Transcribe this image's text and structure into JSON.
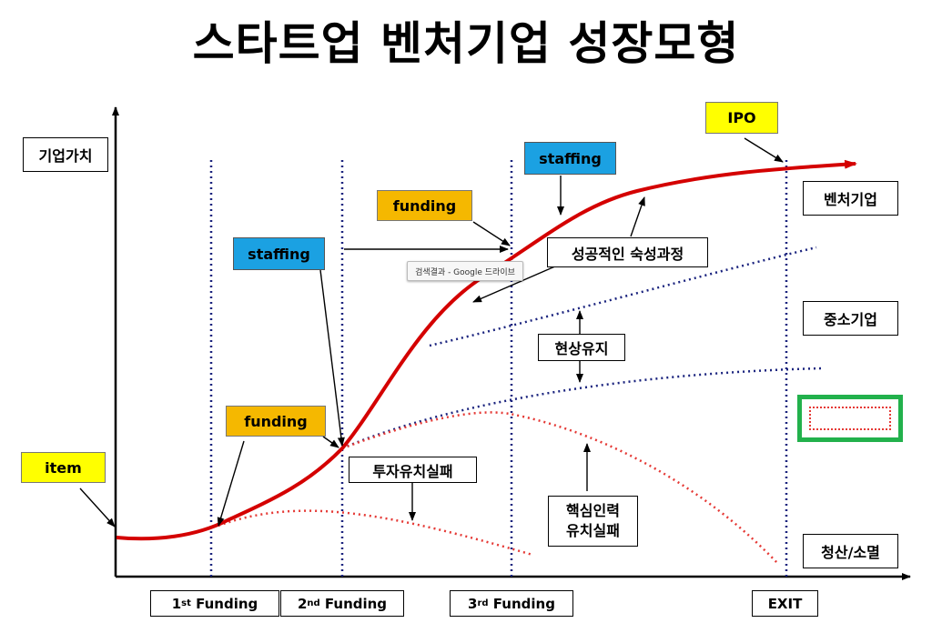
{
  "title": "스타트업 벤처기업 성장모형",
  "axis": {
    "y_label": "기업가치"
  },
  "stages": [
    {
      "sup_prefix": "1",
      "sup": "st",
      "label": " Funding"
    },
    {
      "sup_prefix": "2",
      "sup": "nd",
      "label": " Funding"
    },
    {
      "sup_prefix": "3",
      "sup": "rd",
      "label": " Funding"
    },
    {
      "text": "EXIT"
    }
  ],
  "outcomes": {
    "venture": "벤처기업",
    "sme": "중소기업",
    "liquidation": "청산/소멸"
  },
  "callouts": {
    "item": "item",
    "ipo": "IPO",
    "funding_1": "funding",
    "funding_2": "funding",
    "staffing_1": "staffing",
    "staffing_2": "staffing"
  },
  "annotations": {
    "success": "성공적인 숙성과정",
    "status_quo": "현상유지",
    "invest_fail": "투자유치실패",
    "talent_fail_1": "핵심인력",
    "talent_fail_2": "유치실패"
  },
  "tooltip": "검색결과 - Google 드라이브",
  "colors": {
    "main_curve": "#d40000",
    "dotted_blue": "#1a237e",
    "dotted_red": "#e53935",
    "item_bg": "#ffff00",
    "funding_bg": "#f5b800",
    "staffing_bg": "#1ba1e2",
    "highlight": "#22b14c"
  }
}
